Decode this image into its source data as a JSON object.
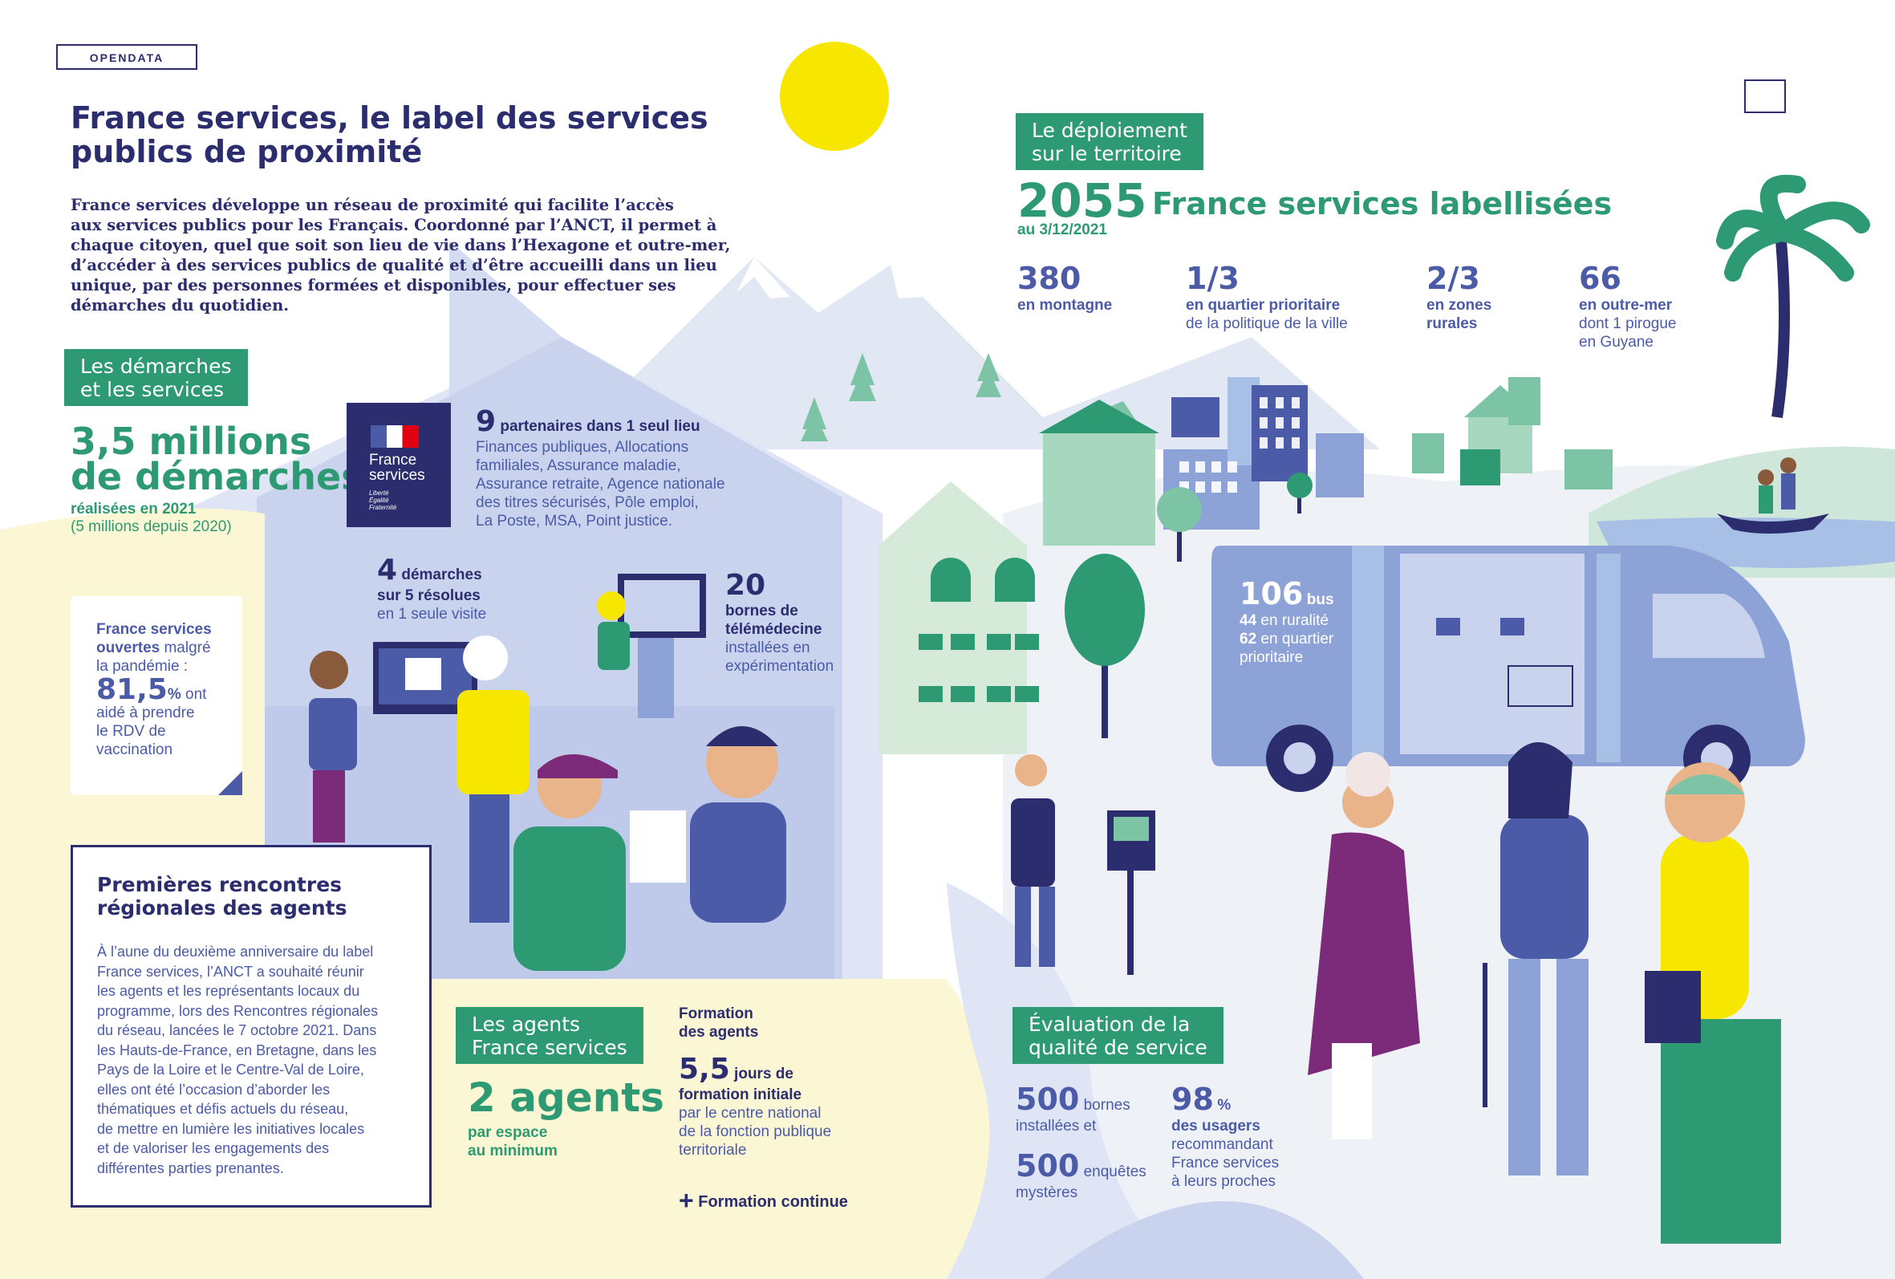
{
  "tag": "OPENDATA",
  "title": {
    "line1": "France services, le label des services",
    "line2": "publics de proximité"
  },
  "intro": [
    "France services développe un réseau de proximité qui facilite l’accès",
    "aux services publics pour les Français. Coordonné par l’ANCT, il permet à",
    "chaque citoyen, quel que soit son lieu de vie dans l’Hexagone et outre-mer,",
    "d’accéder à des services publics de qualité et d’être accueilli dans un lieu",
    "unique, par des personnes formées et disponibles, pour effectuer ses",
    "démarches du quotidien."
  ],
  "demarches": {
    "heading": [
      "Les démarches",
      "et les services"
    ],
    "big1": "3,5 millions",
    "big2": "de démarches",
    "sub": "réalisées en 2021",
    "sub2": "(5 millions depuis 2020)"
  },
  "covid": {
    "line1": "France services",
    "line2a": "ouvertes",
    "line2b": " malgré",
    "line3": "la pandémie :",
    "pct": "81,5",
    "pct_unit": "%",
    "pct_suffix": " ont",
    "rest": [
      "aidé à prendre",
      "le RDV de",
      "vaccination"
    ]
  },
  "logo": {
    "line1": "France",
    "line2": "services",
    "motto": [
      "Liberté",
      "Égalité",
      "Fraternité"
    ]
  },
  "partenaires": {
    "num": "9",
    "label": " partenaires dans 1 seul lieu",
    "list": [
      "Finances publiques, Allocations",
      "familiales, Assurance maladie,",
      "Assurance retraite, Agence nationale",
      "des titres sécurisés, Pôle emploi,",
      "La Poste, MSA, Point justice."
    ]
  },
  "resolues": {
    "num": "4",
    "label": " démarches",
    "line2": "sur 5 résolues",
    "line3": "en 1 seule visite"
  },
  "bornes_tele": {
    "num": "20",
    "lines": [
      "bornes de",
      "télémédecine"
    ],
    "rest": [
      "installées en",
      "expérimentation"
    ]
  },
  "rencontres": {
    "heading": [
      "Premières rencontres",
      "régionales des agents"
    ],
    "body": [
      "À l’aune du deuxième anniversaire du label",
      "France services, l’ANCT a souhaité réunir",
      "les agents et les représentants locaux du",
      "programme, lors des Rencontres régionales",
      "du réseau, lancées le 7 octobre 2021. Dans",
      "les Hauts-de-France, en Bretagne, dans les",
      "Pays de la Loire et le Centre-Val de Loire,",
      "elles ont été l’occasion d’aborder les",
      "thématiques et défis actuels du réseau,",
      "de mettre en lumière les initiatives locales",
      "et de valoriser les engagements des",
      "différentes parties prenantes."
    ]
  },
  "agents": {
    "heading": [
      "Les agents",
      "France services"
    ],
    "big": "2 agents",
    "sub": [
      "par espace",
      "au minimum"
    ]
  },
  "formation": {
    "heading": [
      "Formation",
      "des agents"
    ],
    "num": "5,5",
    "label": " jours de",
    "label2": "formation initiale",
    "rest": [
      "par le centre national",
      "de la fonction publique",
      "territoriale"
    ],
    "plus": "+",
    "continue": "Formation continue"
  },
  "deploiement": {
    "heading": [
      "Le déploiement",
      "sur le territoire"
    ],
    "num": "2055",
    "label": "France services labellisées",
    "date": "au 3/12/2021"
  },
  "stats": [
    {
      "num": "380",
      "lines_bold": [
        "en montagne"
      ],
      "lines": []
    },
    {
      "num": "1/3",
      "lines_bold": [
        "en quartier prioritaire"
      ],
      "lines": [
        "de la politique de la ville"
      ]
    },
    {
      "num": "2/3",
      "lines_bold": [
        "en zones",
        "rurales"
      ],
      "lines": []
    },
    {
      "num": "66",
      "lines_bold": [
        "en outre-mer"
      ],
      "lines": [
        "dont 1 pirogue",
        "en Guyane"
      ]
    }
  ],
  "bus": {
    "num": "106",
    "label": "bus",
    "l1n": "44",
    "l1": " en ruralité",
    "l2n": "62",
    "l2": " en quartier",
    "l3": "prioritaire"
  },
  "evaluation": {
    "heading": [
      "Évaluation de la",
      "qualité de service"
    ],
    "b1num": "500",
    "b1": " bornes",
    "b1b": "installées et",
    "b2num": "500",
    "b2": " enquêtes",
    "b2b": "mystères",
    "pct": "98",
    "pct_unit": "%",
    "pct_l1": "des usagers",
    "pct_rest": [
      "recommandant",
      "France services",
      "à leurs proches"
    ]
  },
  "colors": {
    "navy": "#2b2d6e",
    "green": "#2e9a73",
    "blue": "#4b5ba8",
    "yellow": "#f7e600",
    "light_blue": "#c9d3ee",
    "cream": "#fbf6d3"
  }
}
